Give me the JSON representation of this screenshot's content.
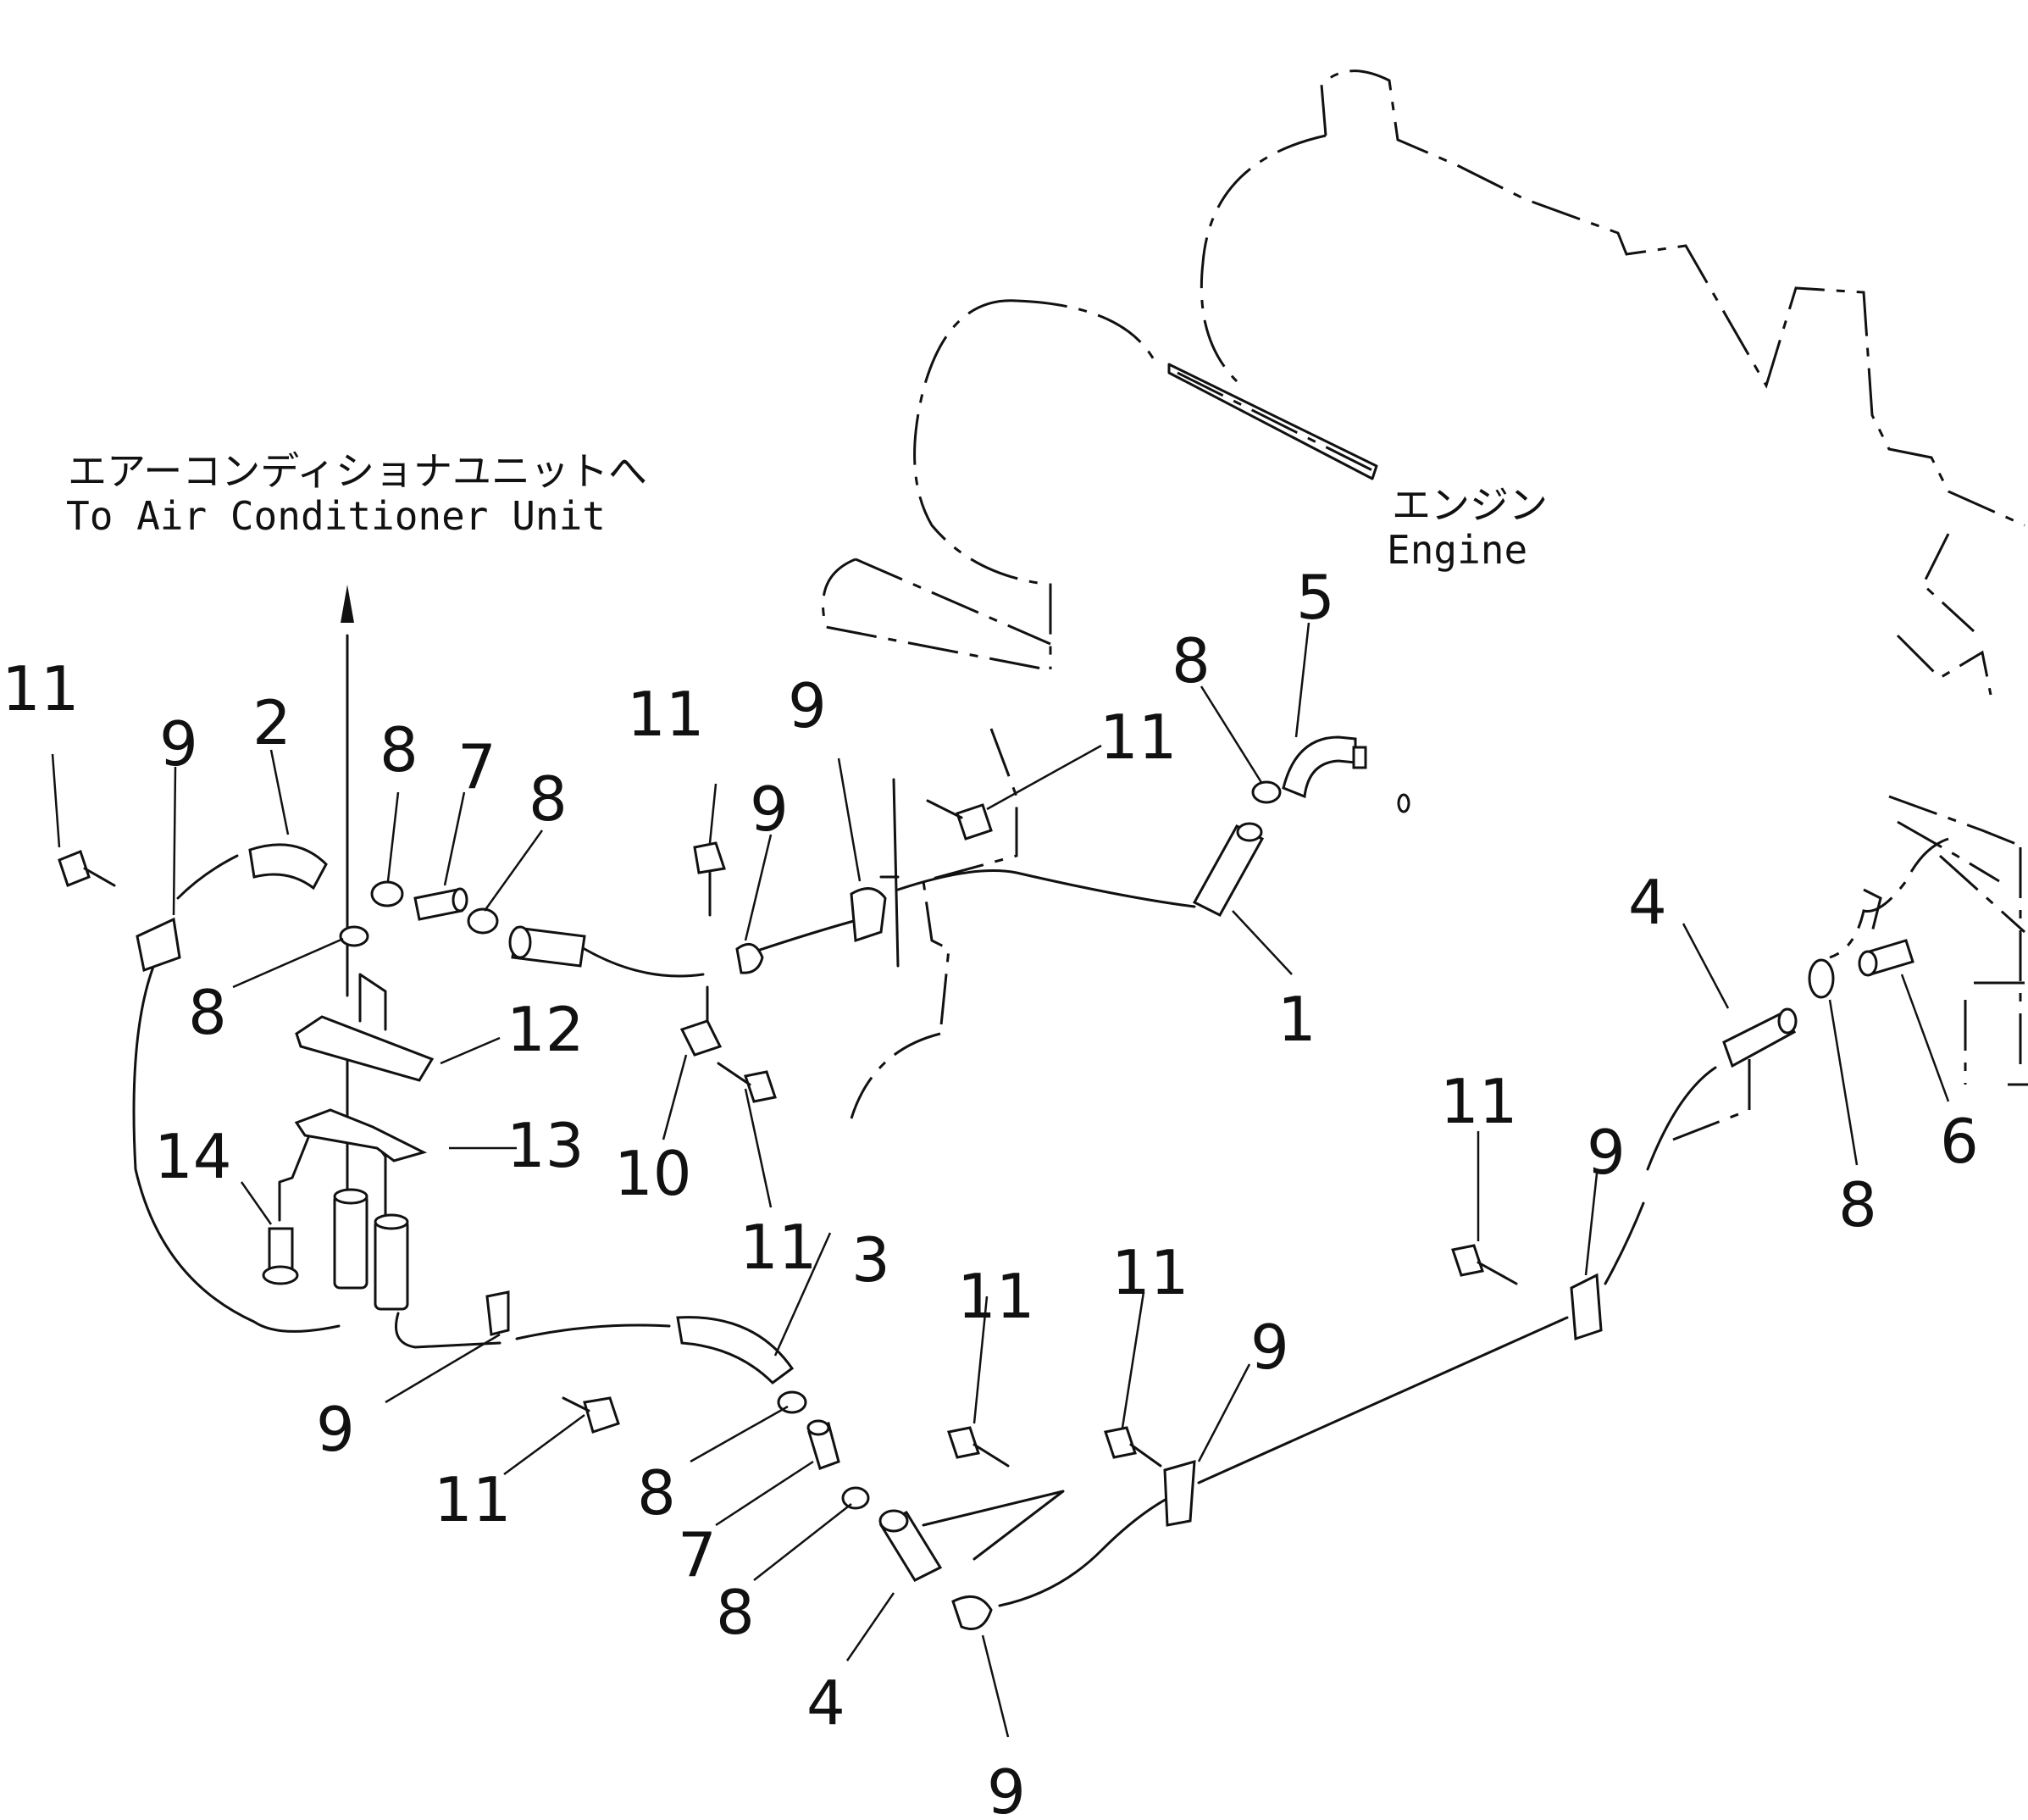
{
  "captions": {
    "aircon_jp": "エアーコンディショナユニットへ",
    "aircon_en": "To Air Conditioner Unit",
    "engine_jp": "エンジン",
    "engine_en": "Engine"
  },
  "callouts": {
    "c1": "1",
    "c2": "2",
    "c3": "3",
    "c4a": "4",
    "c4b": "4",
    "c5": "5",
    "c6": "6",
    "c7a": "7",
    "c7b": "7",
    "c8a": "8",
    "c8b": "8",
    "c8c": "8",
    "c8d": "8",
    "c8e": "8",
    "c8f": "8",
    "c8g": "8",
    "c9a": "9",
    "c9b": "9",
    "c9c": "9",
    "c9d": "9",
    "c9e": "9",
    "c9f": "9",
    "c9g": "9",
    "c10": "10",
    "c11a": "11",
    "c11b": "11",
    "c11c": "11",
    "c11d": "11",
    "c11e": "11",
    "c11f": "11",
    "c11g": "11",
    "c11h": "11",
    "c12": "12",
    "c13": "13",
    "c14": "14"
  }
}
